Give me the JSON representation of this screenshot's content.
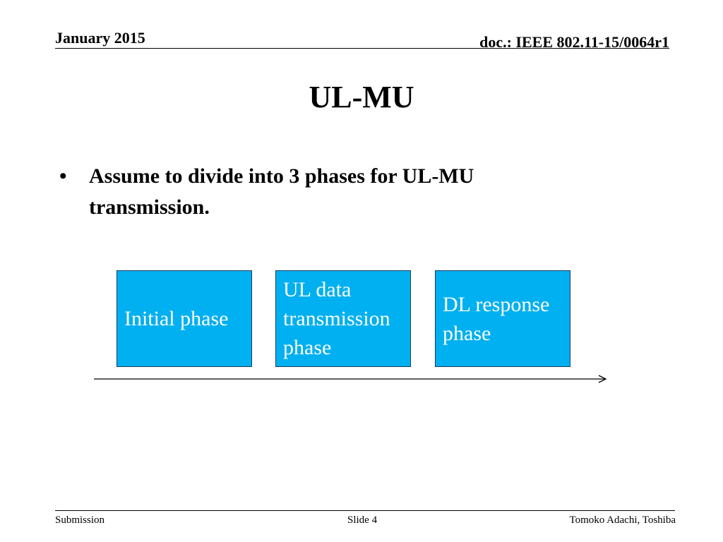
{
  "header": {
    "date": "January 2015",
    "doc_id": "doc.: IEEE 802.11-15/0064r1"
  },
  "title": "UL-MU",
  "bullets": [
    {
      "marker": "•",
      "text": "Assume to divide into 3 phases for UL-MU transmission."
    }
  ],
  "phases": [
    {
      "label": "Initial phase"
    },
    {
      "label": "UL data transmission phase"
    },
    {
      "label": "DL response phase"
    }
  ],
  "footer": {
    "left": "Submission",
    "center": "Slide 4",
    "right": "Tomoko Adachi, Toshiba"
  },
  "colors": {
    "phase_fill": "#00b0f0",
    "phase_border": "#1f3a5a",
    "phase_text": "#ffffff",
    "text": "#000000"
  }
}
